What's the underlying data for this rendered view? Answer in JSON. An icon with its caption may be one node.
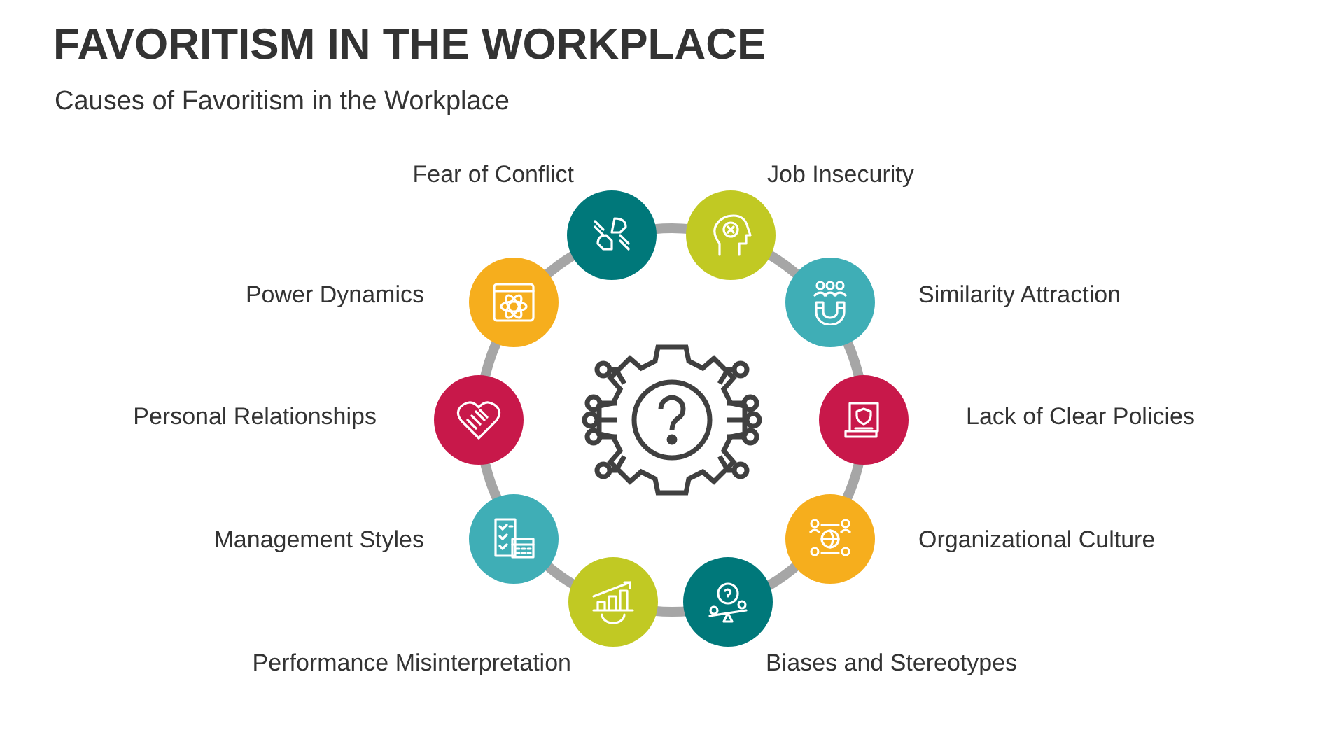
{
  "diagram": {
    "title": "FAVORITISM IN THE WORKPLACE",
    "caption": "Causes of Favoritism in the Workplace",
    "nodes": [
      {
        "text": [
          "Fear of Conflict"
        ]
      },
      {
        "text": [
          "Job Insecurity"
        ]
      },
      {
        "text": [
          "Power Dynamics"
        ]
      },
      {
        "text": [
          "Similarity Attraction"
        ]
      },
      {
        "text": [
          "Personal Relationships"
        ]
      },
      {
        "text": [
          "Lack of Clear Policies"
        ]
      },
      {
        "text": [
          "Management Styles"
        ]
      },
      {
        "text": [
          "Organizational Culture"
        ]
      },
      {
        "text": [
          "Performance Misinterpretation"
        ]
      },
      {
        "text": [
          "Biases and Stereotypes"
        ]
      }
    ]
  }
}
